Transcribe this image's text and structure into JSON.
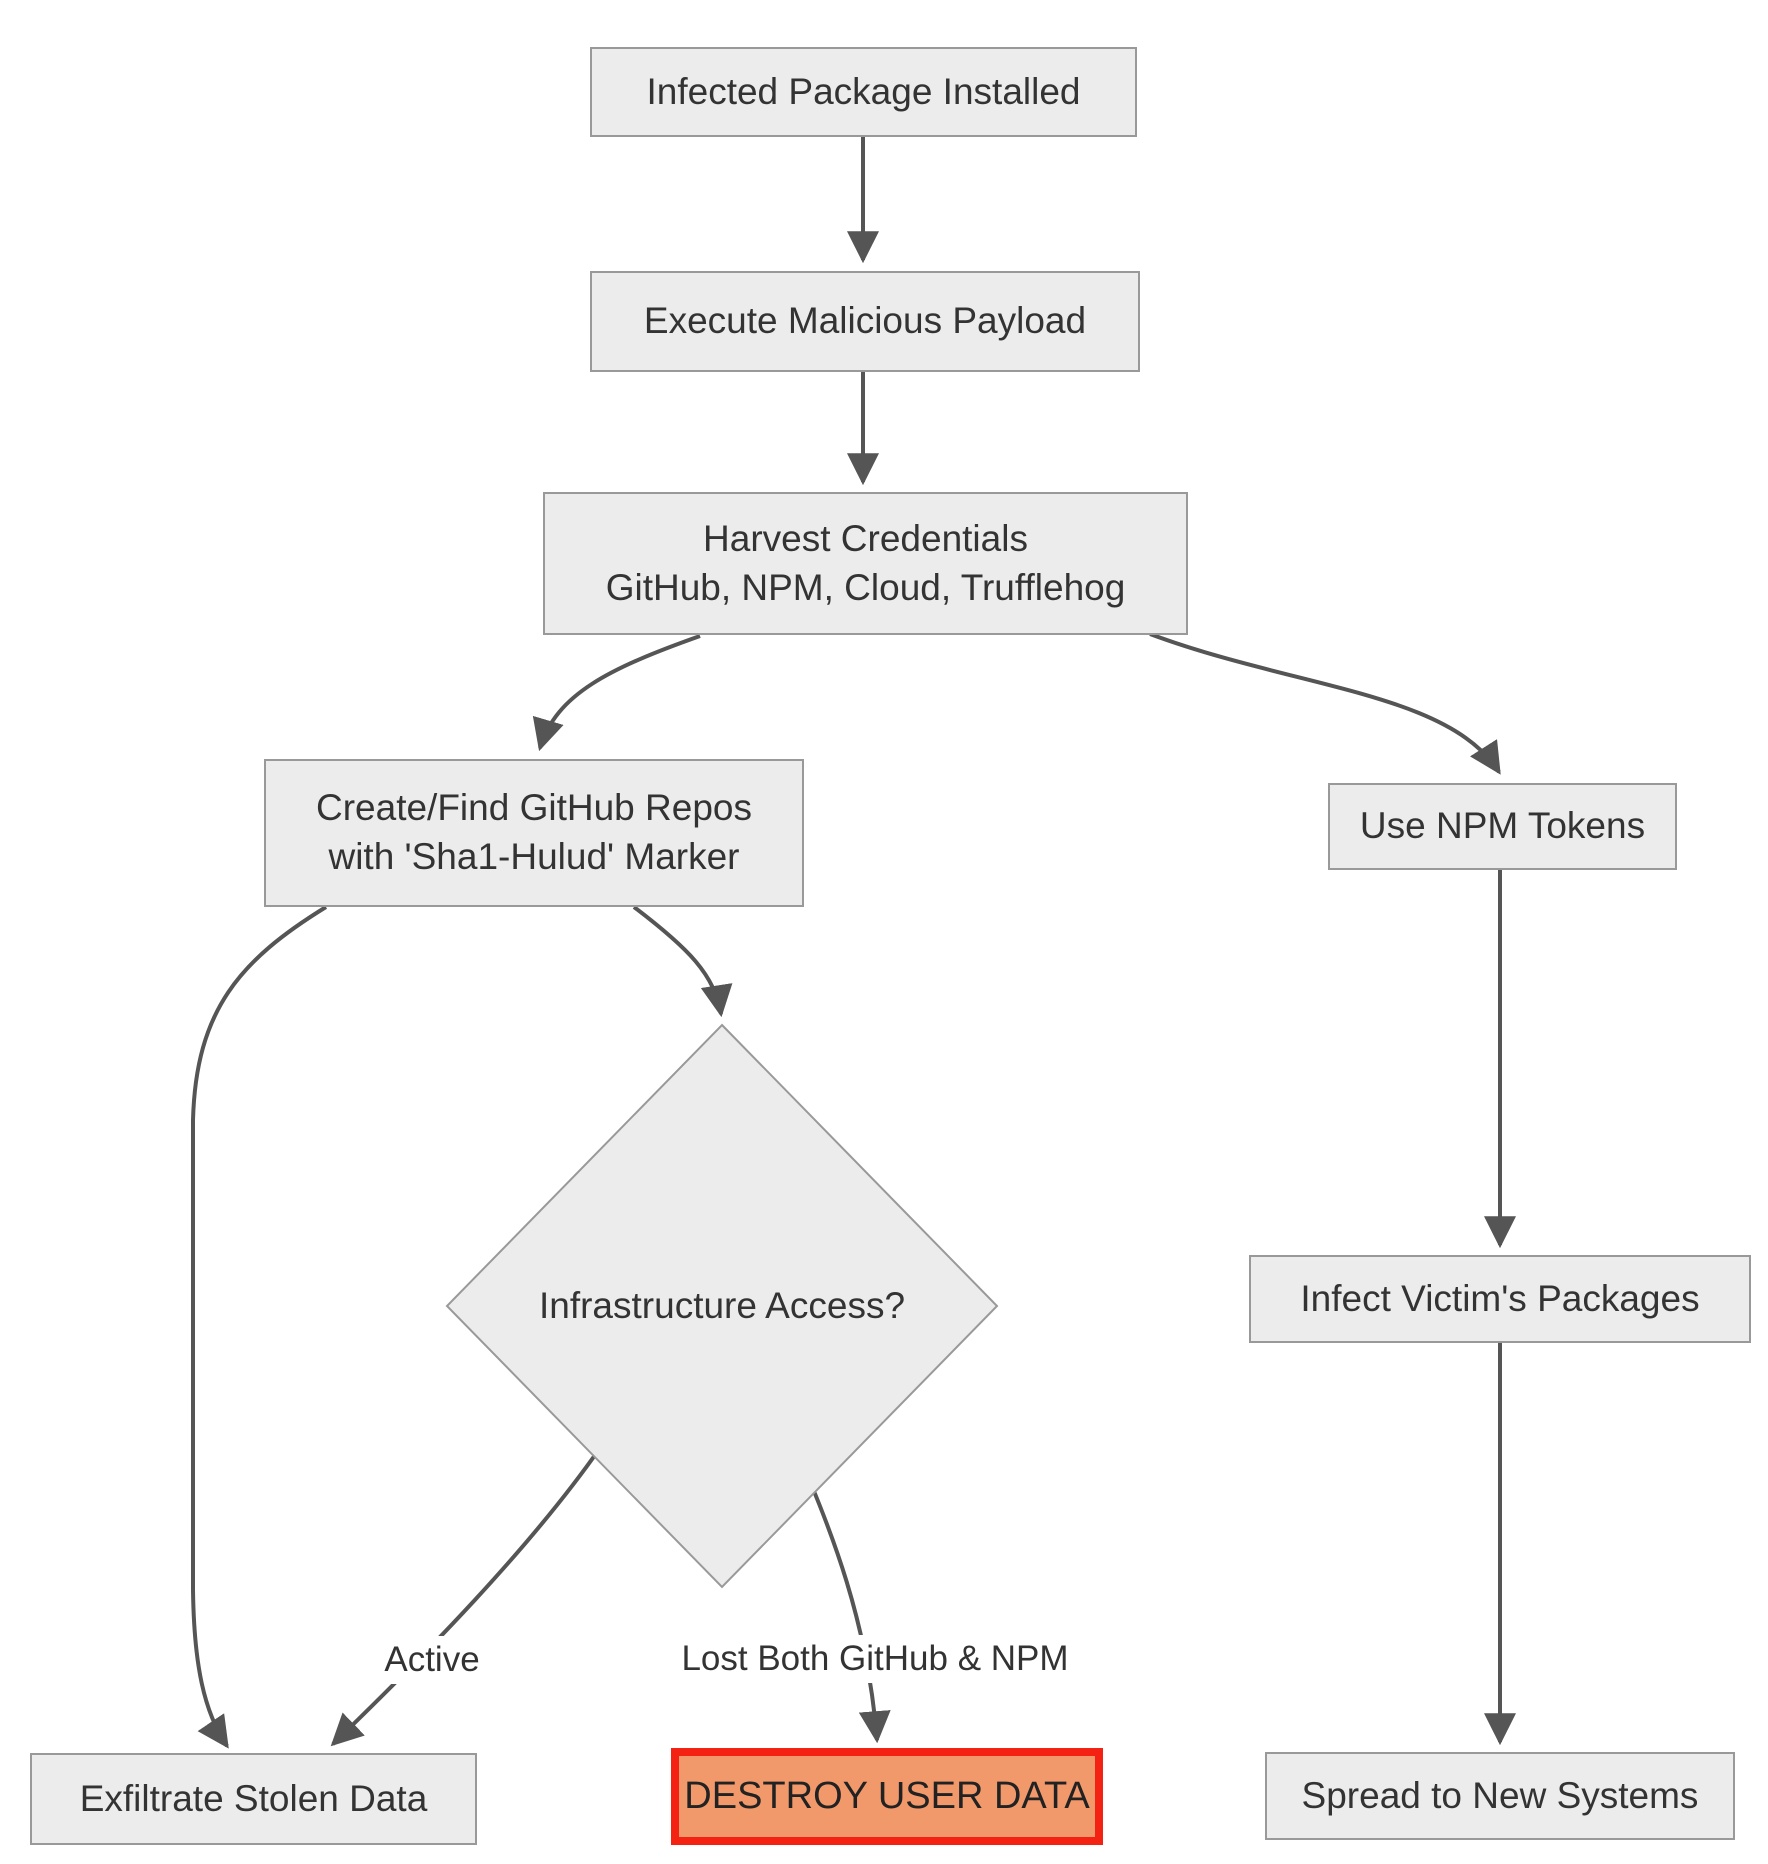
{
  "flowchart": {
    "nodes": {
      "infected": {
        "label": "Infected Package Installed"
      },
      "execute": {
        "label": "Execute Malicious Payload"
      },
      "harvest": {
        "line1": "Harvest Credentials",
        "line2": "GitHub, NPM, Cloud, Trufflehog"
      },
      "repos": {
        "line1": "Create/Find GitHub Repos",
        "line2": "with 'Sha1-Hulud' Marker"
      },
      "npm_tokens": {
        "label": "Use NPM Tokens"
      },
      "decision": {
        "label": "Infrastructure Access?"
      },
      "exfiltrate": {
        "label": "Exfiltrate Stolen Data"
      },
      "destroy": {
        "label": "DESTROY USER DATA"
      },
      "infect": {
        "label": "Infect Victim's Packages"
      },
      "spread": {
        "label": "Spread to New Systems"
      }
    },
    "edge_labels": {
      "active": "Active",
      "lost_both": "Lost Both GitHub & NPM"
    },
    "colors": {
      "node_fill": "#ececec",
      "node_border": "#999999",
      "edge": "#555555",
      "text": "#333333",
      "destroy_fill": "#f2996c",
      "destroy_border": "#f32212",
      "background": "#ffffff"
    }
  }
}
